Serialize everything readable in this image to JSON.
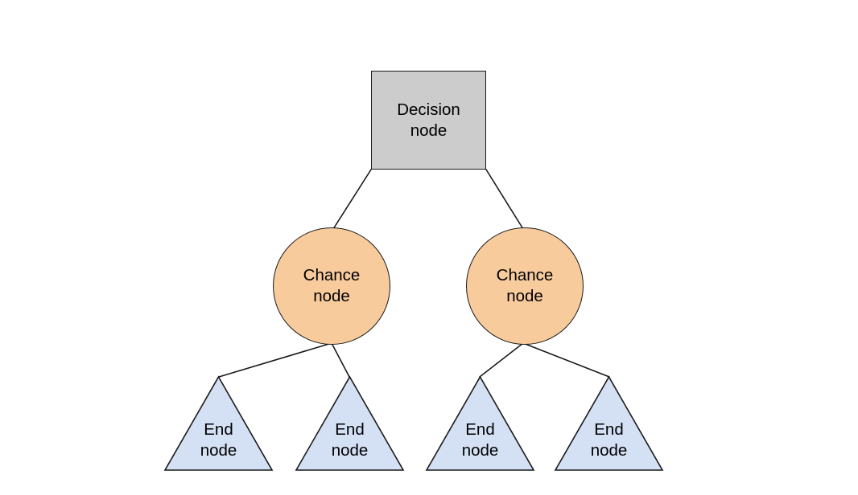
{
  "diagram": {
    "type": "decision-tree",
    "background_color": "#ffffff",
    "edge_color": "#1a1a1a",
    "nodes": {
      "decision": {
        "label": "Decision\nnode",
        "shape": "rectangle",
        "fill": "#CCCCCC",
        "stroke": "#1a1a1a"
      },
      "chance_left": {
        "label": "Chance\nnode",
        "shape": "circle",
        "fill": "#F8CB9C",
        "stroke": "#1a1a1a"
      },
      "chance_right": {
        "label": "Chance\nnode",
        "shape": "circle",
        "fill": "#F8CB9C",
        "stroke": "#1a1a1a"
      },
      "end_1": {
        "label": "End\nnode",
        "shape": "triangle",
        "fill": "#D4E1F5",
        "stroke": "#1a1a1a"
      },
      "end_2": {
        "label": "End\nnode",
        "shape": "triangle",
        "fill": "#D4E1F5",
        "stroke": "#1a1a1a"
      },
      "end_3": {
        "label": "End\nnode",
        "shape": "triangle",
        "fill": "#D4E1F5",
        "stroke": "#1a1a1a"
      },
      "end_4": {
        "label": "End\nnode",
        "shape": "triangle",
        "fill": "#D4E1F5",
        "stroke": "#1a1a1a"
      }
    }
  }
}
